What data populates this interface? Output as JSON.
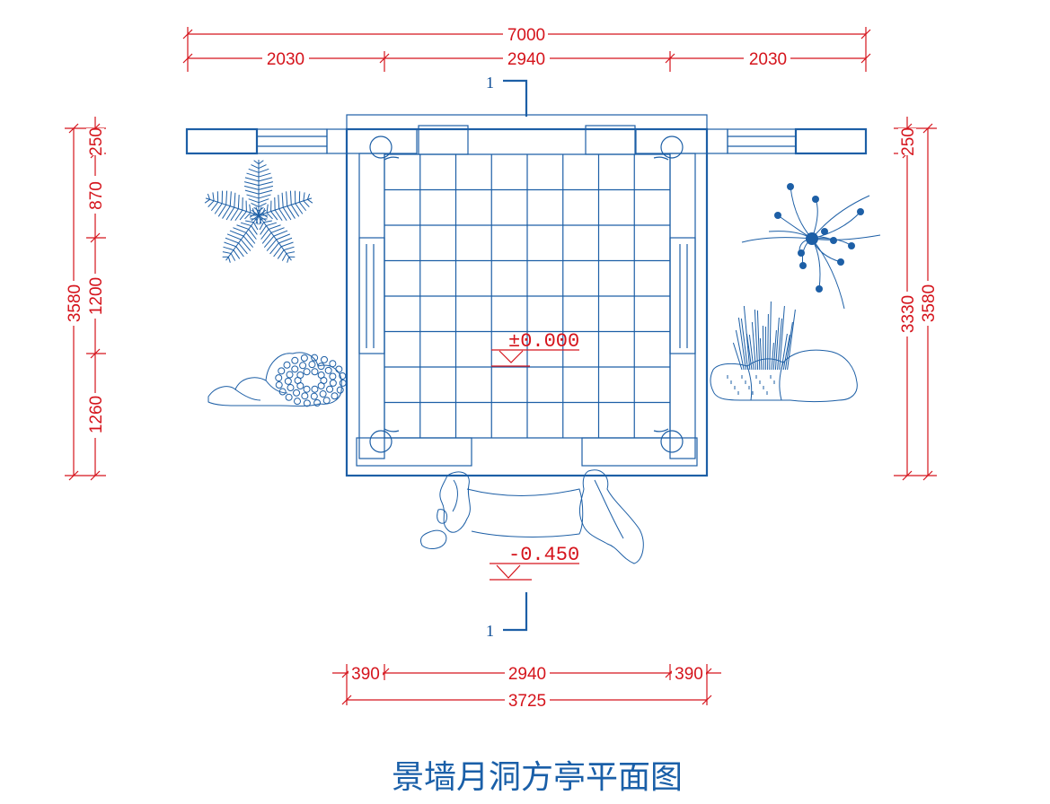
{
  "title": "景墙月洞方亭平面图",
  "dimensions": {
    "top_overall": "7000",
    "top_left": "2030",
    "top_middle": "2940",
    "top_right": "2030",
    "left_250": "250",
    "left_870": "870",
    "left_1200": "1200",
    "left_1260": "1260",
    "left_overall": "3580",
    "right_250": "250",
    "right_3330": "3330",
    "right_overall": "3580",
    "bottom_left": "390",
    "bottom_middle": "2940",
    "bottom_right": "390",
    "bottom_overall": "3725"
  },
  "elevations": {
    "floor": "±0.000",
    "ground": "-0.450"
  },
  "section_marks": {
    "top": "1",
    "bottom": "1"
  },
  "colors": {
    "dimension": "#d5141c",
    "linework": "#1d5fa6",
    "title": "#1a5fa8"
  }
}
